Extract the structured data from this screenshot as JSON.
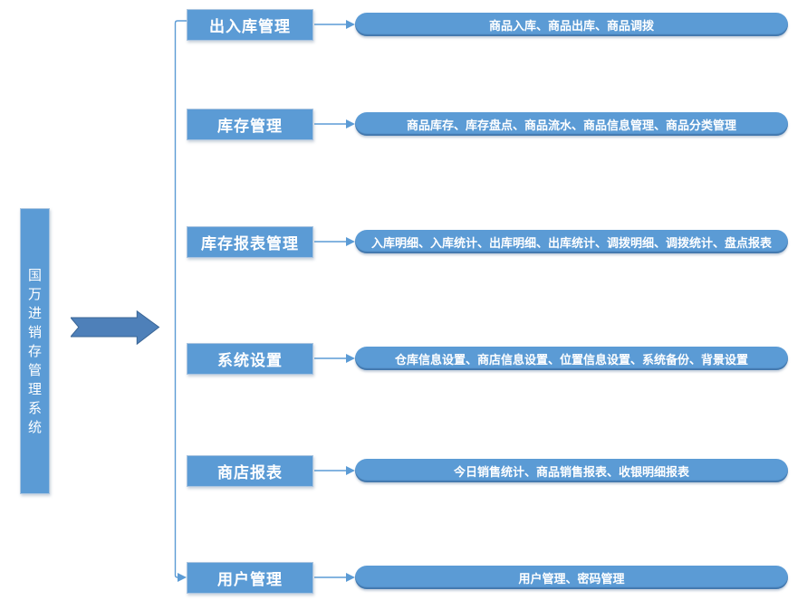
{
  "diagram": {
    "root": {
      "title": "国万进销存管理系统"
    },
    "branches": [
      {
        "label": "出入库管理",
        "detail": "商品入库、商品出库、商品调拨"
      },
      {
        "label": "库存管理",
        "detail": "商品库存、库存盘点、商品流水、商品信息管理、商品分类管理"
      },
      {
        "label": "库存报表管理",
        "detail": "入库明细、入库统计、出库明细、出库统计、调拨明细、调拨统计、盘点报表"
      },
      {
        "label": "系统设置",
        "detail": "仓库信息设置、商店信息设置、位置信息设置、系统备份、背景设置"
      },
      {
        "label": "商店报表",
        "detail": "今日销售统计、商品销售报表、收银明细报表"
      },
      {
        "label": "用户管理",
        "detail": "用户管理、密码管理"
      }
    ],
    "colors": {
      "node_fill": "#5B9BD5",
      "big_arrow_fill": "#4E80B9",
      "big_arrow_stroke": "#3A6595",
      "connector_line": "#5B9BD5",
      "text": "#FFFFFF"
    }
  }
}
